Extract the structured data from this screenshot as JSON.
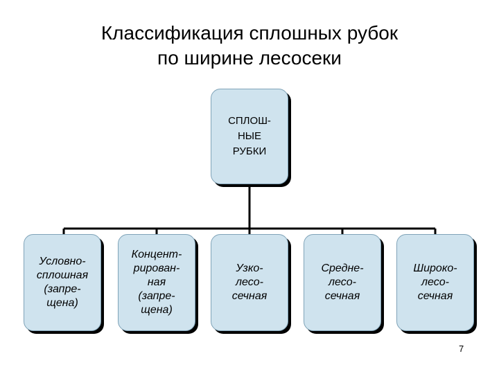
{
  "title": {
    "line1": "Классификация сплошных рубок",
    "line2": "по ширине лесосеки"
  },
  "root": {
    "label": "СПЛОШ-\nНЫЕ\nРУБКИ"
  },
  "children": [
    {
      "label": "Условно-\nсплошная\n(запре-\nщена)"
    },
    {
      "label": "Концент-\nрирован-\nная\n(запре-\nщена)"
    },
    {
      "label": "Узко-\nлесо-\nсечная"
    },
    {
      "label": "Средне-\nлесо-\nсечная"
    },
    {
      "label": "Широко-\nлесо-\nсечная"
    }
  ],
  "page_number": "7",
  "colors": {
    "node_fill": "#cfe3ee",
    "node_border": "#7fa3b8",
    "connector": "#000000"
  }
}
